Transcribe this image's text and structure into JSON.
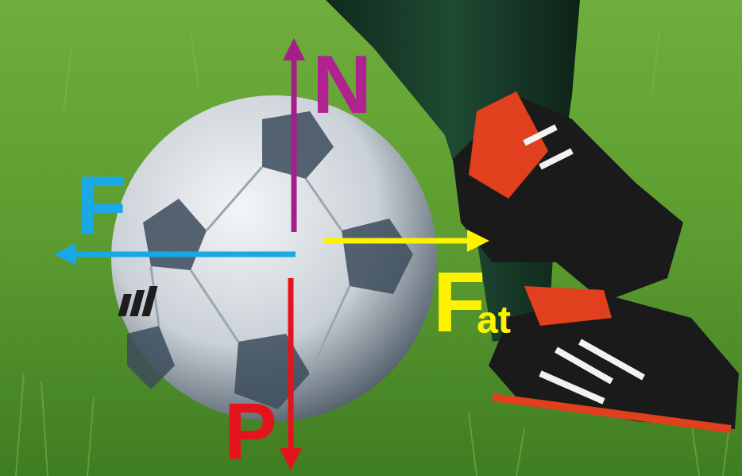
{
  "diagram": {
    "labels": [
      "N",
      "F",
      "F",
      "at",
      "P"
    ]
  }
}
